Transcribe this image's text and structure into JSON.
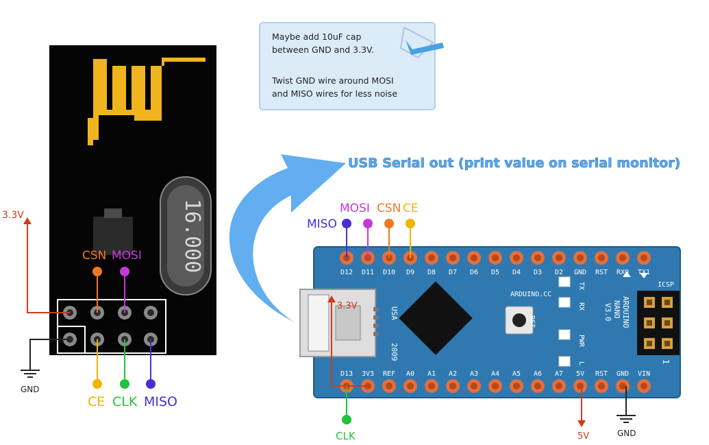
{
  "note": {
    "line1": "Maybe add 10uF cap",
    "line2": "between GND and 3.3V.",
    "line3": "Twist GND wire around MOSI",
    "line4": "and MISO wires for less noise"
  },
  "usb_serial_label": "USB Serial out (print value on serial monitor)",
  "nrf": {
    "crystal": "16.000",
    "power_label": "3.3V",
    "gnd_label": "GND",
    "pins_top": [
      "CSN",
      "MOSI"
    ],
    "pins_bottom": [
      "CE",
      "CLK",
      "MISO"
    ]
  },
  "nano": {
    "top_pins": [
      "D12",
      "D11",
      "D10",
      "D9",
      "D8",
      "D7",
      "D6",
      "D5",
      "D4",
      "D3",
      "D2",
      "GND",
      "RST",
      "RX0",
      "TX1"
    ],
    "bottom_pins": [
      "D13",
      "3V3",
      "REF",
      "A0",
      "A1",
      "A2",
      "A3",
      "A4",
      "A5",
      "A6",
      "A7",
      "5V",
      "RST",
      "GND",
      "VIN"
    ],
    "site": "ARDUINO.CC",
    "model_lines": [
      "ARDUINO",
      "NANO",
      "V3.0"
    ],
    "usa": "USA",
    "year": "2009",
    "icsp": "ICSP",
    "rst": "RST",
    "leds": [
      "TX",
      "RX",
      "PWR",
      "L"
    ],
    "one": "1",
    "spi_labels": [
      "MISO",
      "MOSI",
      "CSN",
      "CE"
    ],
    "clk_label": "CLK",
    "v33_label": "3.3V",
    "v5_label": "5V",
    "gnd_label": "GND"
  },
  "colors": {
    "red": "#d03a1c",
    "orange": "#f07820",
    "magenta": "#c43ad8",
    "yellow": "#f0b400",
    "green": "#22c23a",
    "purple": "#4a2cd8",
    "blue_arrow": "#5aaaf0",
    "board_blue": "#2f79b0",
    "note_bg": "#dcebf8"
  }
}
